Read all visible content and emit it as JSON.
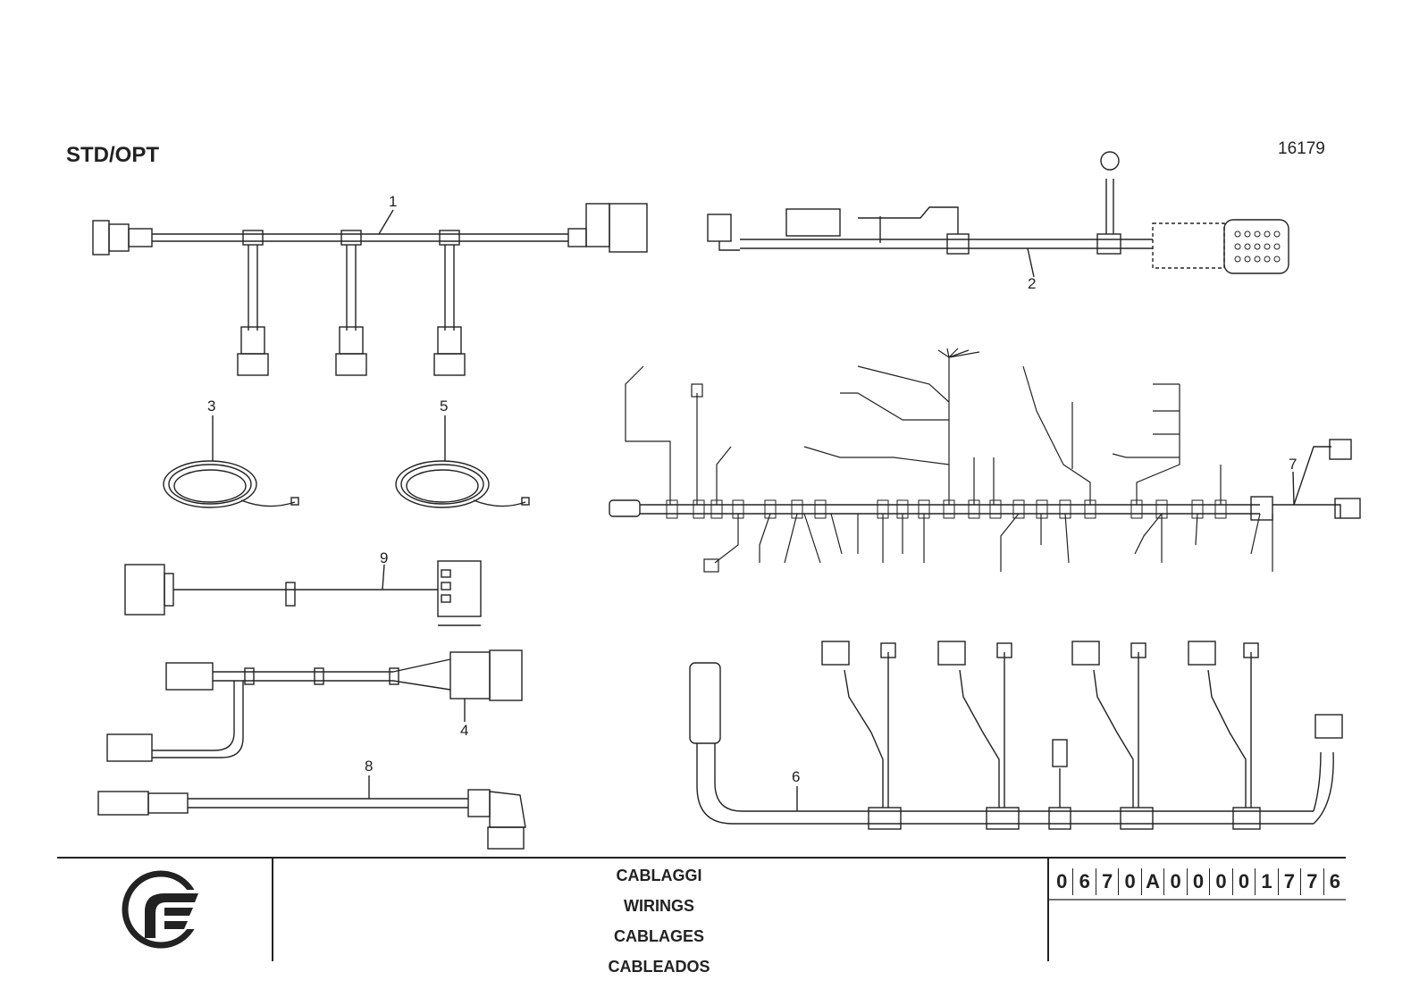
{
  "header": {
    "variant": "STD/OPT",
    "drawing_code": "16179"
  },
  "callouts": [
    "1",
    "2",
    "3",
    "4",
    "5",
    "6",
    "7",
    "8",
    "9"
  ],
  "title_block": {
    "titles": [
      "CABLAGGI",
      "WIRINGS",
      "CABLAGES",
      "CABLEADOS"
    ],
    "document_number": [
      "0",
      "6",
      "7",
      "0",
      "A",
      "0",
      "0",
      "0",
      "0",
      "1",
      "7",
      "7",
      "6"
    ],
    "logo": "company-logo"
  },
  "colors": {
    "line": "#222222",
    "background": "#ffffff"
  }
}
